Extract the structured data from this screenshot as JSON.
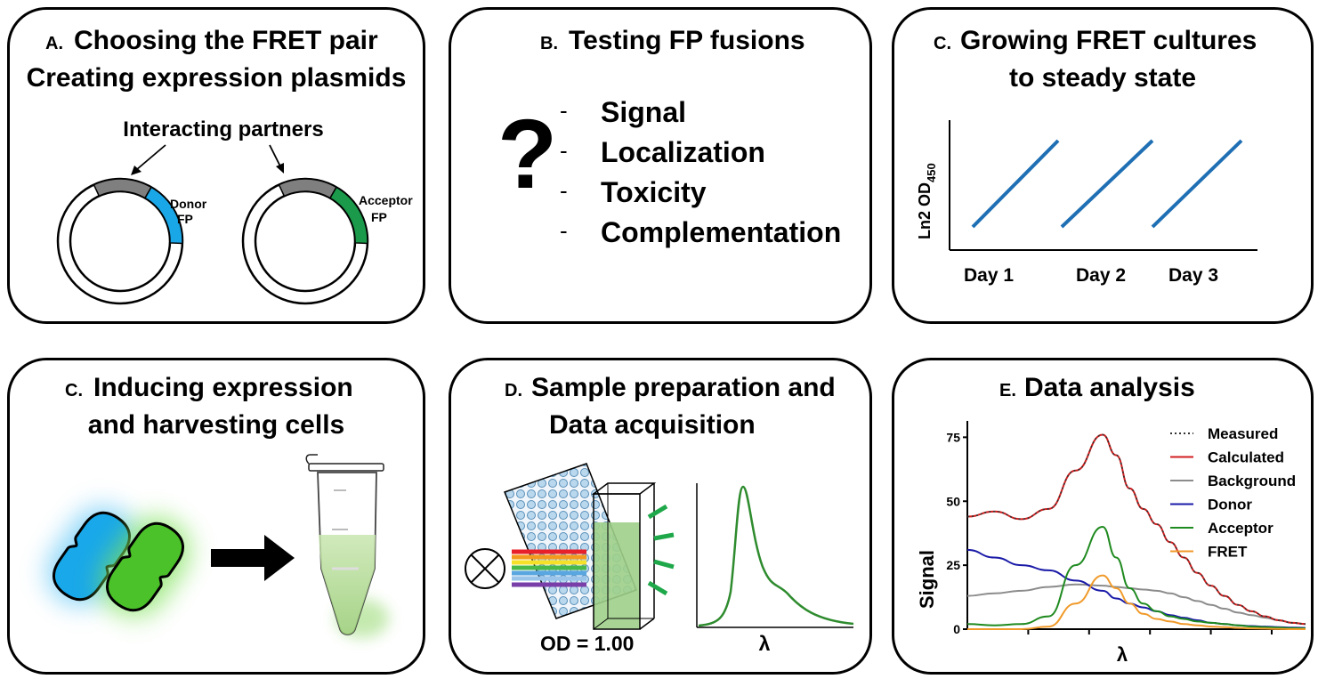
{
  "panels": {
    "a": {
      "prefix": "A.",
      "title_line1": "Choosing the FRET pair",
      "title_line2": "Creating expression plasmids",
      "interacting_label": "Interacting partners",
      "donor_label_1": "Donor",
      "donor_label_2": "FP",
      "acceptor_label_1": "Acceptor",
      "acceptor_label_2": "FP"
    },
    "b": {
      "prefix": "B.",
      "title": "Testing FP fusions",
      "question_mark": "?",
      "items": [
        {
          "dash": "-",
          "label": "Signal"
        },
        {
          "dash": "-",
          "label": "Localization"
        },
        {
          "dash": "-",
          "label": "Toxicity"
        },
        {
          "dash": "-",
          "label": "Complementation"
        }
      ]
    },
    "c1": {
      "prefix": "C.",
      "title_line1": "Growing FRET cultures",
      "title_line2": "to steady state",
      "ylabel_main": "Ln2 OD",
      "ylabel_sub": "450",
      "days": [
        "Day 1",
        "Day 2",
        "Day 3"
      ]
    },
    "c2": {
      "prefix": "C.",
      "title_line1": "Inducing expression",
      "title_line2": "and harvesting cells"
    },
    "d": {
      "prefix": "D.",
      "title_line1": "Sample preparation and",
      "title_line2": "Data acquisition",
      "od_label": "OD = 1.00",
      "xlabel": "λ"
    },
    "e": {
      "prefix": "E.",
      "title": "Data analysis"
    }
  },
  "colors": {
    "donor": "#1aa7e8",
    "acceptor": "#1a9a4a",
    "segment_gray": "#7f7f7f",
    "growth_line": "#1f6fb4",
    "spectrum": "#2e8b2e",
    "cell_blue": "#19a8ea",
    "cell_green": "#4cc22a",
    "measured": "#333333",
    "calculated": "#d21e1e",
    "background": "#8c8c8c",
    "donor_curve": "#1a1aa8",
    "acceptor_curve": "#1f8a1f",
    "fret_curve": "#f09a2a"
  },
  "chart_data": {
    "type": "line",
    "title": "",
    "xlabel": "λ",
    "ylabel": "Signal",
    "ylim": [
      0,
      80
    ],
    "yticks": [
      "0",
      "25",
      "50",
      "75"
    ],
    "x": [
      0,
      0.08,
      0.16,
      0.24,
      0.32,
      0.4,
      0.44,
      0.48,
      0.52,
      0.56,
      0.6,
      0.64,
      0.68,
      0.72,
      0.76,
      0.8,
      0.84,
      0.88,
      0.92,
      0.96,
      1.0
    ],
    "legend": "top-right",
    "grid": false,
    "series": [
      {
        "name": "Measured",
        "values": [
          44,
          46,
          43,
          47,
          62,
          76,
          68,
          55,
          47,
          41,
          34,
          28,
          22,
          17,
          13,
          9.5,
          7,
          5,
          3.5,
          2.5,
          2
        ]
      },
      {
        "name": "Calculated",
        "values": [
          44,
          46,
          43,
          47,
          62,
          76,
          68,
          55,
          47,
          41,
          34,
          28,
          22,
          17,
          13,
          9.5,
          7,
          5,
          3.5,
          2.5,
          2
        ]
      },
      {
        "name": "Background",
        "values": [
          13,
          14,
          15,
          16.5,
          17.5,
          17,
          16.5,
          16,
          15.5,
          15,
          14,
          12.5,
          11,
          9.5,
          8,
          6.5,
          5.5,
          4.5,
          3.5,
          2.5,
          2
        ]
      },
      {
        "name": "Donor",
        "values": [
          31,
          28,
          25,
          23,
          19,
          15,
          12,
          10,
          8.5,
          7,
          5.5,
          4.5,
          3.5,
          2.5,
          2,
          1.5,
          1.2,
          1,
          0.8,
          0.6,
          0.5
        ]
      },
      {
        "name": "Acceptor",
        "values": [
          2,
          1.5,
          2,
          5,
          25,
          40,
          28,
          16,
          10,
          7,
          5,
          4,
          3,
          2.5,
          2,
          1.5,
          1,
          0.8,
          0.6,
          0.4,
          0.3
        ]
      },
      {
        "name": "FRET",
        "values": [
          0,
          0,
          0,
          1,
          10,
          21,
          16,
          10,
          6,
          4,
          3,
          2,
          1.5,
          1,
          0.8,
          0.5,
          0.3,
          0.2,
          0.1,
          0,
          0
        ]
      }
    ]
  }
}
